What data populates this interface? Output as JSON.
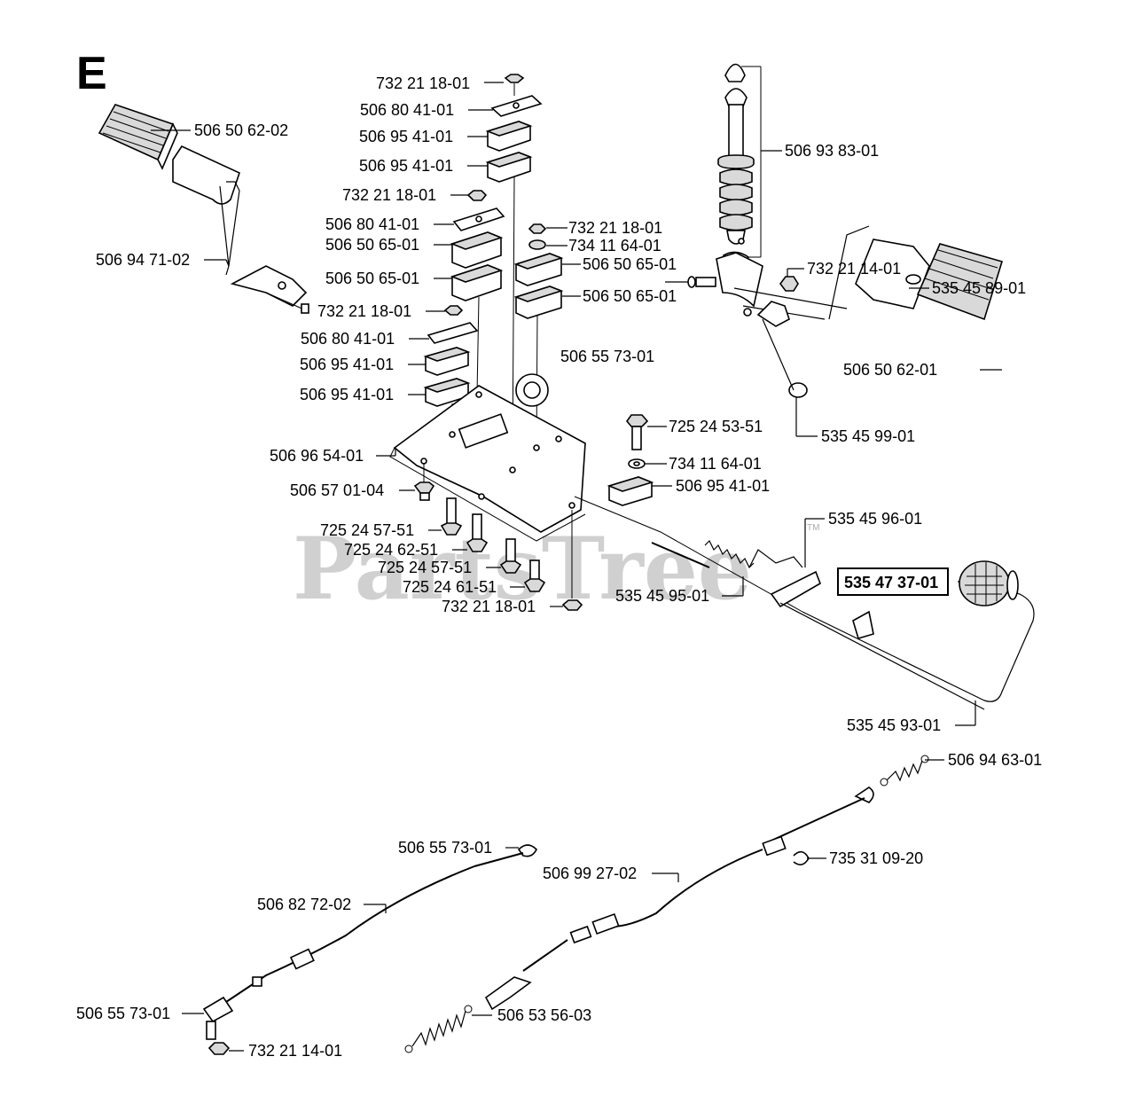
{
  "diagram": {
    "section_letter": "E",
    "watermark": "PartsTree",
    "trademark": "TM",
    "highlighted_part": "535 47 37-01",
    "labels": {
      "l01": "732 21 18-01",
      "l02": "506 80 41-01",
      "l03": "506 95 41-01",
      "l04": "506 95 41-01",
      "l05": "732 21 18-01",
      "l06": "506 80 41-01",
      "l07": "506 50 65-01",
      "l08": "506 50 65-01",
      "l09": "732 21 18-01",
      "l10": "506 80 41-01",
      "l11": "506 95 41-01",
      "l12": "506 95 41-01",
      "l13": "732 21 18-01",
      "l14": "734 11 64-01",
      "l15": "506 50 65-01",
      "l16": "506 50 65-01",
      "l17": "506 96 54-01",
      "l18": "506 57 01-04",
      "l19": "725 24 57-51",
      "l20": "725 24 62-51",
      "l21": "725 24 57-51",
      "l22": "725 24 61-51",
      "l23": "732 21 18-01",
      "l24": "506 50 62-02",
      "l25": "506 94 71-02",
      "l26": "506 93 83-01",
      "l27": "732 21 14-01",
      "l28": "535 45 89-01",
      "l29": "506 55 73-01",
      "l30": "506 50 62-01",
      "l31": "535 45 99-01",
      "l32": "725 24 53-51",
      "l33": "734 11 64-01",
      "l34": "506 95 41-01",
      "l35": "535 45 96-01",
      "l36": "535 45 95-01",
      "l37": "535 45 93-01",
      "l38": "506 94 63-01",
      "l39": "735 31 09-20",
      "l40": "506 99 27-02",
      "l41": "506 55 73-01",
      "l42": "506 82 72-02",
      "l43": "506 55 73-01",
      "l44": "732 21 14-01",
      "l45": "506 53 56-03"
    }
  }
}
